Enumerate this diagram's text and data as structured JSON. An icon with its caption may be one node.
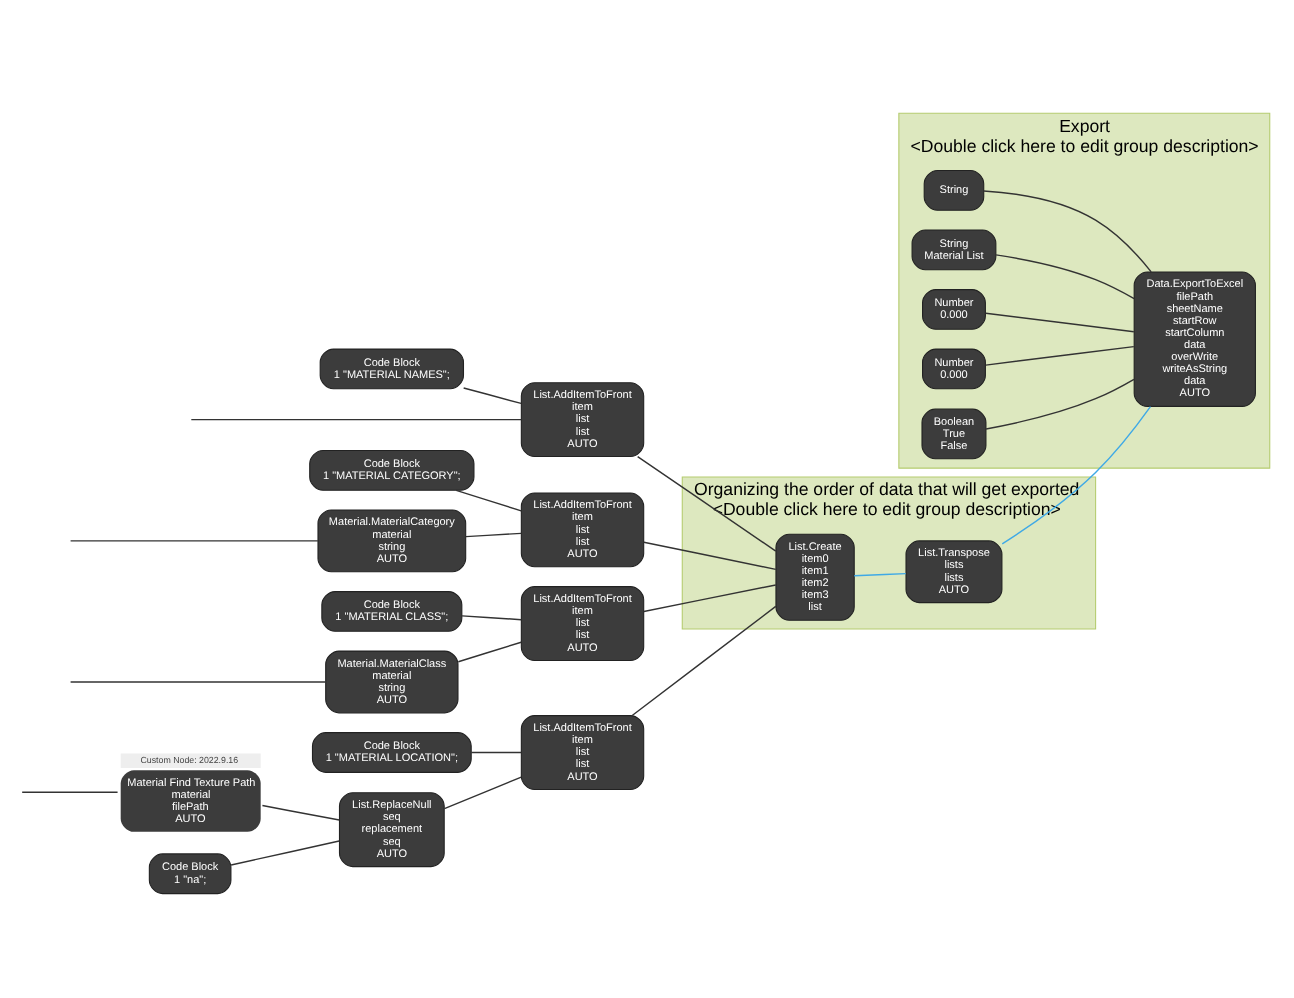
{
  "diagram": {
    "nodes": [
      {
        "text": [
          "Organizing the order of data that will get exported",
          "<Double click here to edit group description>"
        ]
      },
      {
        "text": [
          "List.Create",
          "item0",
          "item1",
          "item2",
          "item3",
          "list"
        ],
        "in": 0
      },
      {
        "text": [
          "List.Transpose",
          "lists",
          "lists",
          "AUTO"
        ],
        "in": 0
      },
      {
        "text": [
          "Export",
          "<Double click here to edit group description>"
        ]
      },
      {
        "text": [
          "String"
        ],
        "in": 3
      },
      {
        "text": [
          "String",
          "Material List"
        ],
        "in": 3
      },
      {
        "text": [
          "Number",
          "0.000"
        ],
        "in": 3
      },
      {
        "text": [
          "Number",
          "0.000"
        ],
        "in": 3
      },
      {
        "text": [
          "Boolean",
          "True",
          "False"
        ],
        "in": 3
      },
      {
        "text": [
          "Data.ExportToExcel",
          "filePath",
          "sheetName",
          "startRow",
          "startColumn",
          "data",
          "overWrite",
          "writeAsString",
          "data",
          "AUTO"
        ],
        "in": 3
      },
      {
        "text": [
          "Code Block",
          "1 \"MATERIAL NAMES\";"
        ]
      },
      {
        "text": [
          "List.AddItemToFront",
          "item",
          "list",
          "list",
          "AUTO"
        ]
      },
      {
        "text": [
          "Code Block",
          "1 \"MATERIAL CATEGORY\";"
        ]
      },
      {
        "text": [
          "List.AddItemToFront",
          "item",
          "list",
          "list",
          "AUTO"
        ]
      },
      {
        "text": [
          "Material.MaterialCategory",
          "material",
          "string",
          "AUTO"
        ]
      },
      {
        "text": [
          "Code Block",
          "1 \"MATERIAL CLASS\";"
        ]
      },
      {
        "text": [
          "List.AddItemToFront",
          "item",
          "list",
          "list",
          "AUTO"
        ]
      },
      {
        "text": [
          "Material.MaterialClass",
          "material",
          "string",
          "AUTO"
        ]
      },
      {
        "text": [
          "Code Block",
          "1 \"MATERIAL LOCATION\";"
        ]
      },
      {
        "text": [
          "Material Find Texture Path",
          "material",
          "filePath",
          "AUTO"
        ],
        "beside": [
          "Custom Node: 2022.9.16"
        ]
      },
      {
        "text": [
          "List.ReplaceNull",
          "seq",
          "replacement",
          "seq",
          "AUTO"
        ]
      },
      {
        "text": [
          "Code Block",
          "1 \"na\";"
        ]
      },
      {
        "text": [
          "List.AddItemToFront",
          "item",
          "list",
          "list",
          "AUTO"
        ]
      }
    ],
    "edges": [
      {
        "from": 10,
        "to": 11,
        "arrow": "none"
      },
      {
        "from": null,
        "to": 11,
        "arrow": "none"
      },
      {
        "from": 11,
        "to": 1,
        "arrow": "none"
      },
      {
        "from": 12,
        "to": 13,
        "arrow": "none"
      },
      {
        "from": 14,
        "to": 13,
        "arrow": "none"
      },
      {
        "from": null,
        "to": 14,
        "arrow": "none"
      },
      {
        "from": 13,
        "to": 1,
        "arrow": "none"
      },
      {
        "from": 15,
        "to": 16,
        "arrow": "none"
      },
      {
        "from": 17,
        "to": 16,
        "arrow": "none"
      },
      {
        "from": null,
        "to": 17,
        "arrow": "none"
      },
      {
        "from": 16,
        "to": 1,
        "arrow": "none"
      },
      {
        "from": 18,
        "to": 22,
        "arrow": "none"
      },
      {
        "from": null,
        "to": 19,
        "arrow": "none"
      },
      {
        "from": 19,
        "to": 20,
        "arrow": "none"
      },
      {
        "from": 21,
        "to": 20,
        "arrow": "none"
      },
      {
        "from": 20,
        "to": 22,
        "arrow": "none"
      },
      {
        "from": 22,
        "to": 1,
        "arrow": "none"
      },
      {
        "from": 1,
        "to": 2,
        "arrow": "none",
        "color": "#3fa9e6"
      },
      {
        "from": 2,
        "to": 9,
        "arrow": "none",
        "color": "#3fa9e6"
      },
      {
        "from": 4,
        "to": 9,
        "arrow": "none"
      },
      {
        "from": 5,
        "to": 9,
        "arrow": "none"
      },
      {
        "from": 6,
        "to": 9,
        "arrow": "none"
      },
      {
        "from": 7,
        "to": 9,
        "arrow": "none"
      },
      {
        "from": 8,
        "to": 9,
        "arrow": "none"
      }
    ]
  }
}
